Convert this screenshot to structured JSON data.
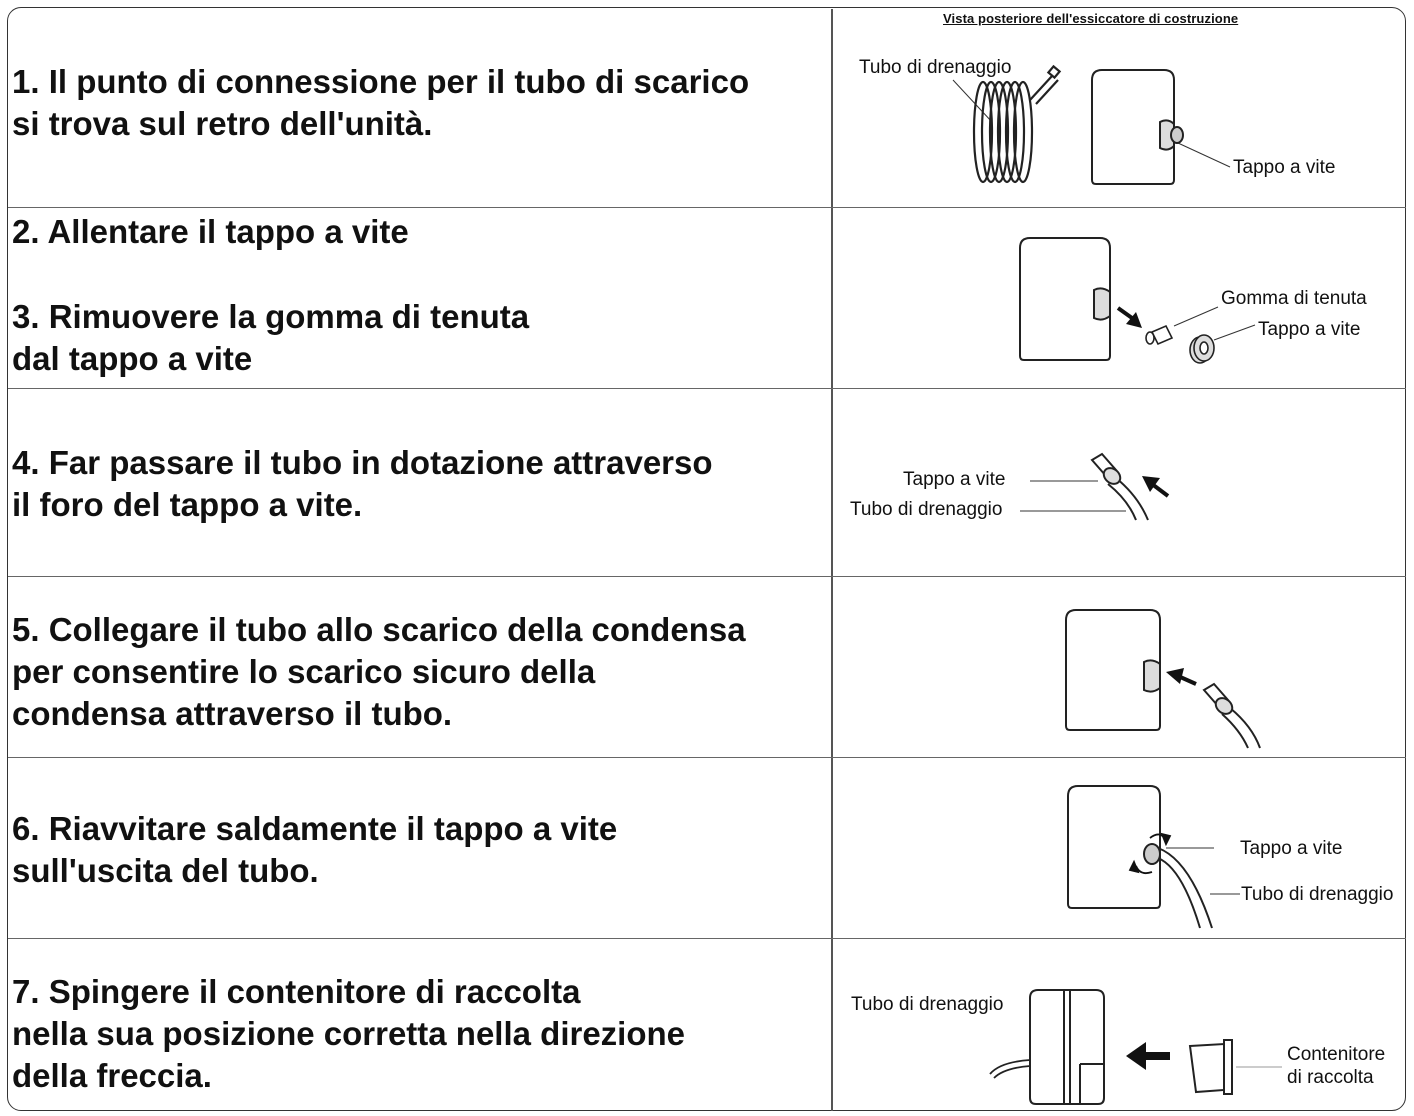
{
  "header": {
    "caption": "Vista posteriore dell'essiccatore di costruzione"
  },
  "steps": [
    {
      "lines": [
        "1. Il punto di connessione per il tubo di scarico",
        "si trova sul retro dell'unità."
      ]
    },
    {
      "lines": [
        "2. Allentare il tappo a vite"
      ]
    },
    {
      "lines": [
        "3. Rimuovere la gomma di tenuta",
        "dal tappo a vite"
      ]
    },
    {
      "lines": [
        "4. Far passare il tubo in dotazione attraverso",
        "il foro del tappo a vite."
      ]
    },
    {
      "lines": [
        "5. Collegare il tubo allo scarico della condensa",
        "per consentire lo scarico sicuro della",
        "condensa attraverso il tubo."
      ]
    },
    {
      "lines": [
        "6. Riavvitare saldamente il tappo a vite",
        "sull'uscita del tubo."
      ]
    },
    {
      "lines": [
        "7. Spingere il contenitore di raccolta",
        "nella sua posizione corretta nella direzione",
        "della freccia."
      ]
    }
  ],
  "labels": {
    "row1": {
      "hose": "Tubo di drenaggio",
      "cap": "Tappo a vite"
    },
    "row2": {
      "seal": "Gomma di tenuta",
      "cap": "Tappo a vite"
    },
    "row3": {
      "cap": "Tappo a vite",
      "hose": "Tubo di drenaggio"
    },
    "row5": {
      "cap": "Tappo a vite",
      "hose": "Tubo di drenaggio"
    },
    "row6": {
      "hose": "Tubo di drenaggio",
      "container_line1": "Contenitore",
      "container_line2": "di raccolta"
    }
  }
}
